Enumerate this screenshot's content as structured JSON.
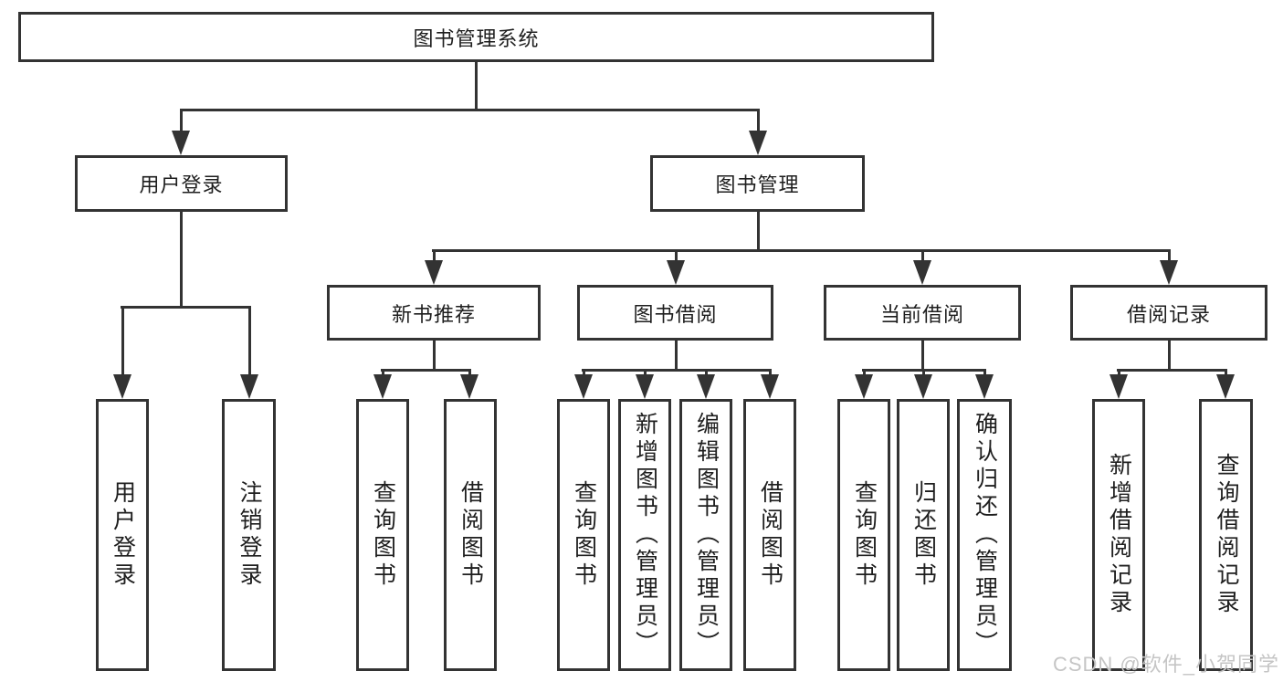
{
  "tree": {
    "root": {
      "label": "图书管理系统",
      "children": [
        {
          "label": "用户登录",
          "children": [
            {
              "label": "用户登录"
            },
            {
              "label": "注销登录"
            }
          ]
        },
        {
          "label": "图书管理",
          "children": [
            {
              "label": "新书推荐",
              "children": [
                {
                  "label": "查询图书"
                },
                {
                  "label": "借阅图书"
                }
              ]
            },
            {
              "label": "图书借阅",
              "children": [
                {
                  "label": "查询图书"
                },
                {
                  "label": "新增图书（管理员）"
                },
                {
                  "label": "编辑图书（管理员）"
                },
                {
                  "label": "借阅图书"
                }
              ]
            },
            {
              "label": "当前借阅",
              "children": [
                {
                  "label": "查询图书"
                },
                {
                  "label": "归还图书"
                },
                {
                  "label": "确认归还（管理员）"
                }
              ]
            },
            {
              "label": "借阅记录",
              "children": [
                {
                  "label": "新增借阅记录"
                },
                {
                  "label": "查询借阅记录"
                }
              ]
            }
          ]
        }
      ]
    }
  },
  "watermark": {
    "text": "CSDN @软件_小贺同学"
  },
  "colors": {
    "line": "#333333",
    "text": "#1e1e1e",
    "box_fill": "#ffffff",
    "watermark": "#c5c5c5",
    "background": "#ffffff"
  }
}
